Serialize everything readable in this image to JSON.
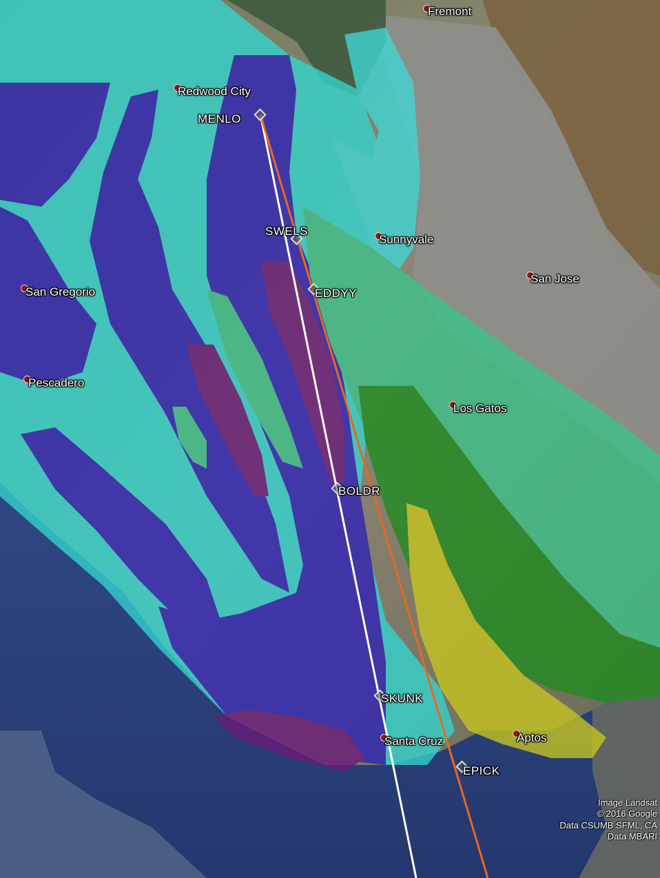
{
  "places": {
    "fremont": "Fremont",
    "redwood_city": "Redwood City",
    "sunnyvale": "Sunnyvale",
    "san_jose": "San Jose",
    "san_gregorio": "San Gregorio",
    "pescadero": "Pescadero",
    "los_gatos": "Los Gatos",
    "santa_cruz": "Santa Cruz",
    "aptos": "Aptos"
  },
  "fixes": {
    "menlo": "MENLO",
    "swels": "SWELS",
    "eddyy": "EDDYY",
    "boldr": "BOLDR",
    "skunk": "SKUNK",
    "epick": "EPICK"
  },
  "attribution": {
    "imagery": "Image Landsat",
    "copyright": "© 2016 Google",
    "data1": "Data CSUMB SFML, CA",
    "data2": "Data MBARI"
  },
  "colors": {
    "noise_cyan": "#33d6d0",
    "noise_blue": "#2e22b8",
    "noise_purple": "#6a1a7a",
    "noise_green": "#3cc48a",
    "noise_darkgreen": "#1f8c1f",
    "noise_yellow": "#c8c61e",
    "route_white": "#ffffff",
    "route_orange": "#e8681e"
  }
}
